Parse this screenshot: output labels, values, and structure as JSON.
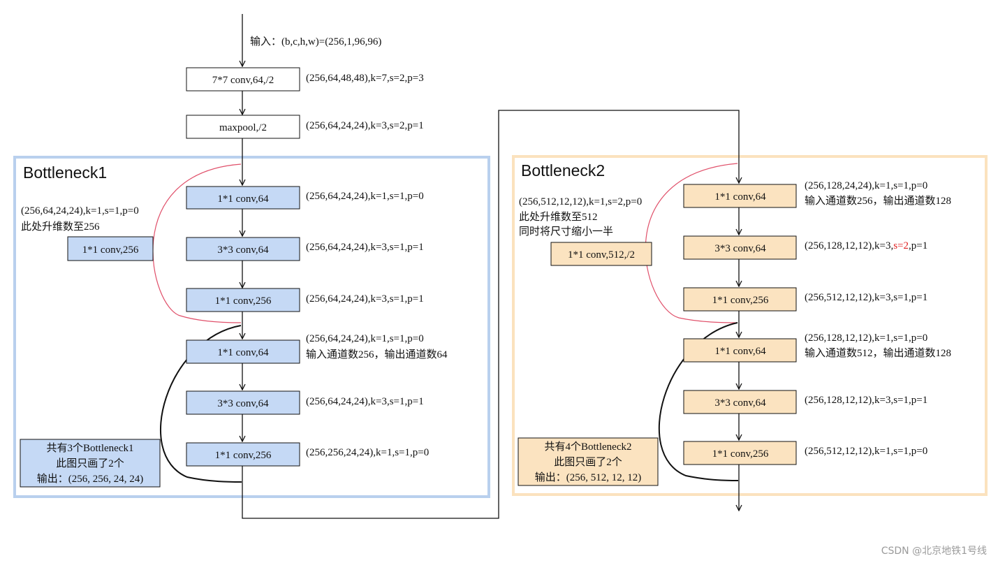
{
  "input_label": "输入：(b,c,h,w)=(256,1,96,96)",
  "stem": {
    "conv_label": "7*7 conv,64,/2",
    "conv_note": "(256,64,48,48),k=7,s=2,p=3",
    "pool_label": "maxpool,/2",
    "pool_note": "(256,64,24,24),k=3,s=2,p=1"
  },
  "bottleneck1": {
    "title": "Bottleneck1",
    "shortcut_note_1": "(256,64,24,24),k=1,s=1,p=0",
    "shortcut_note_2": "此处升维数至256",
    "shortcut_label": "1*1 conv,256",
    "block_a": [
      {
        "label": "1*1 conv,64",
        "note": "(256,64,24,24),k=1,s=1,p=0"
      },
      {
        "label": "3*3 conv,64",
        "note": "(256,64,24,24),k=3,s=1,p=1"
      },
      {
        "label": "1*1 conv,256",
        "note": "(256,64,24,24),k=3,s=1,p=1"
      }
    ],
    "block_b": [
      {
        "label": "1*1 conv,64",
        "note": "(256,64,24,24),k=1,s=1,p=0",
        "note2": "输入通道数256，输出通道数64"
      },
      {
        "label": "3*3 conv,64",
        "note": "(256,64,24,24),k=3,s=1,p=1"
      },
      {
        "label": "1*1 conv,256",
        "note": "(256,256,24,24),k=1,s=1,p=0"
      }
    ],
    "summary_1": "共有3个Bottleneck1",
    "summary_2": "此图只画了2个",
    "summary_3": "输出：(256, 256, 24, 24)"
  },
  "bottleneck2": {
    "title": "Bottleneck2",
    "shortcut_note_1": "(256,512,12,12),k=1,s=2,p=0",
    "shortcut_note_2": "此处升维数至512",
    "shortcut_note_3": "同时将尺寸缩小一半",
    "shortcut_label": "1*1 conv,512,/2",
    "block_a": [
      {
        "label": "1*1 conv,64",
        "note": "(256,128,24,24),k=1,s=1,p=0",
        "note2": "输入通道数256，输出通道数128"
      },
      {
        "label": "3*3 conv,64",
        "note_prefix": "(256,128,12,12),k=3,",
        "note_highlight": "s=2",
        "note_suffix": ",p=1"
      },
      {
        "label": "1*1 conv,256",
        "note": "(256,512,12,12),k=3,s=1,p=1"
      }
    ],
    "block_b": [
      {
        "label": "1*1 conv,64",
        "note": "(256,128,12,12),k=1,s=1,p=0",
        "note2": "输入通道数512，输出通道数128"
      },
      {
        "label": "3*3 conv,64",
        "note": "(256,128,12,12),k=3,s=1,p=1"
      },
      {
        "label": "1*1 conv,256",
        "note": "(256,512,12,12),k=1,s=1,p=0"
      }
    ],
    "summary_1": "共有4个Bottleneck2",
    "summary_2": "此图只画了2个",
    "summary_3": "输出：(256, 512, 12, 12)"
  },
  "colors": {
    "blue_fill": "#c5d9f5",
    "blue_frame": "#b9d0ee",
    "orange_fill": "#fbe3c0",
    "orange_frame": "#fbe2be",
    "skip_curve": "#e0506a",
    "highlight": "#e02020"
  },
  "watermark": "CSDN @北京地铁1号线"
}
